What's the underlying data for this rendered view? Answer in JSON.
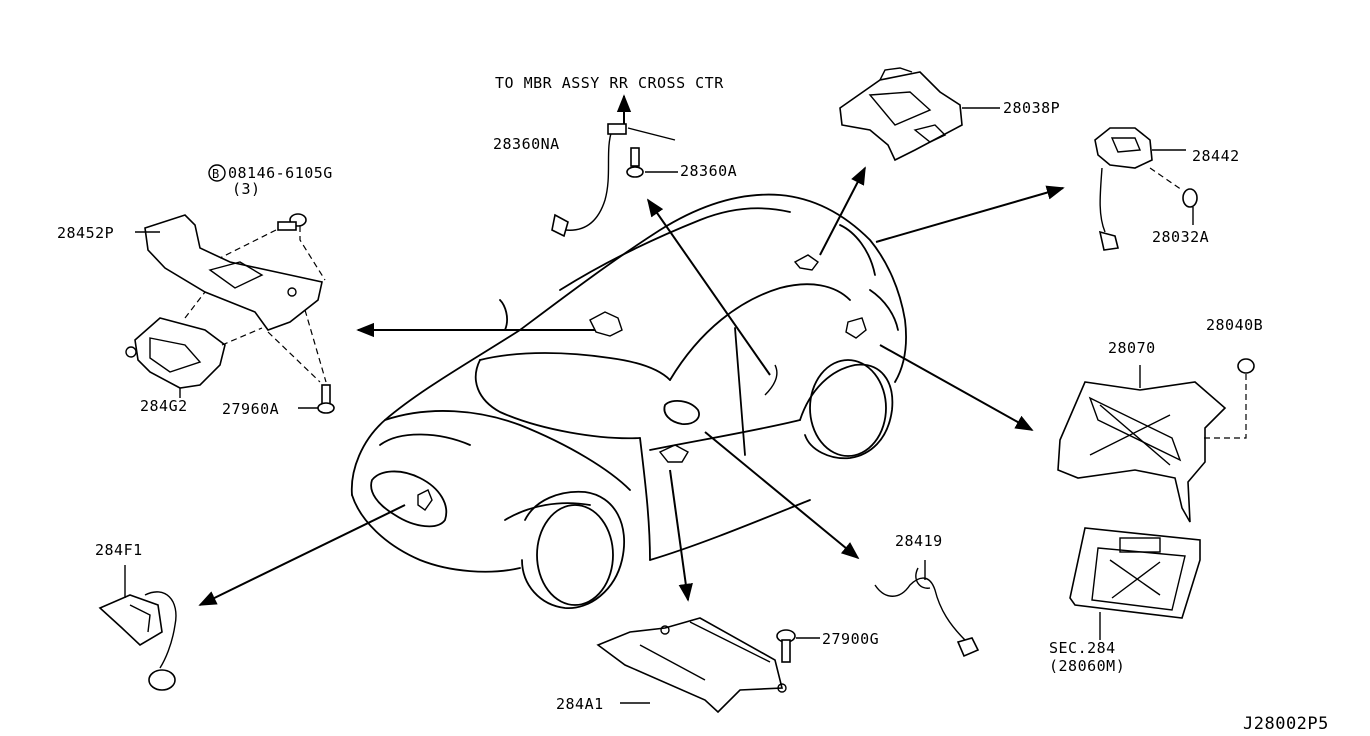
{
  "labels": {
    "to_mbr": "TO MBR ASSY RR CROSS CTR",
    "p28360NA": "28360NA",
    "p28360A": "28360A",
    "p28038P": "28038P",
    "p28442": "28442",
    "p28032A": "28032A",
    "bolt_b_letter": "B",
    "bolt_number": "08146-6105G",
    "bolt_qty": "(3)",
    "p28452P": "28452P",
    "p284G2": "284G2",
    "p27960A": "27960A",
    "p28040B": "28040B",
    "p28070": "28070",
    "p284F1": "284F1",
    "p28419": "28419",
    "p27900G": "27900G",
    "p284A1": "284A1",
    "sec284": "SEC.284",
    "p28060M": "(28060M)",
    "diagram_id": "J28002P5"
  },
  "icons": {
    "vehicle": "suv-outline-icon",
    "arrow": "leader-arrow-icon",
    "bolt": "bolt-icon",
    "bracket": "bracket-icon",
    "module": "control-unit-icon",
    "sensor": "sensor-icon",
    "harness": "harness-icon"
  }
}
